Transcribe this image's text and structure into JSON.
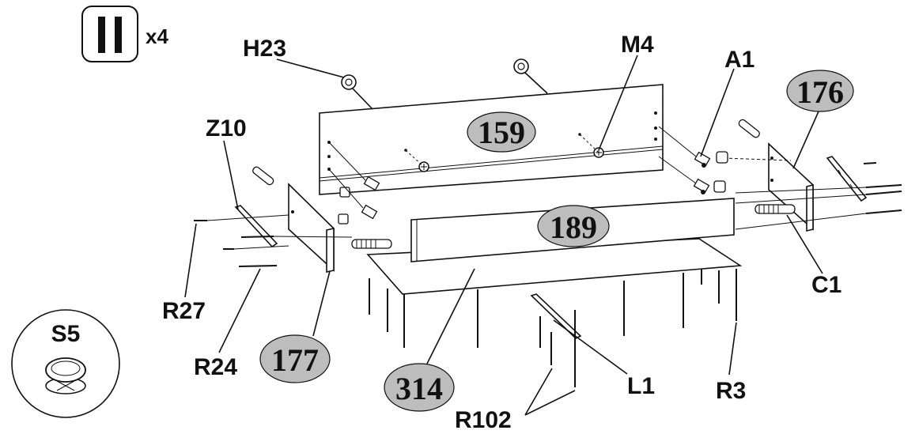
{
  "step": {
    "icon": "pause-bars-icon",
    "multiplier": "x4"
  },
  "callouts": {
    "h23": "H23",
    "m4": "M4",
    "a1": "A1",
    "z10": "Z10",
    "r27": "R27",
    "r24": "R24",
    "c1": "C1",
    "l1": "L1",
    "r3": "R3",
    "r102": "R102",
    "s5": "S5"
  },
  "panels": {
    "p159": "159",
    "p189": "189",
    "p176": "176",
    "p177": "177",
    "p314": "314"
  },
  "colors": {
    "badge_fill": "#bdbdbd",
    "line": "#111111"
  }
}
